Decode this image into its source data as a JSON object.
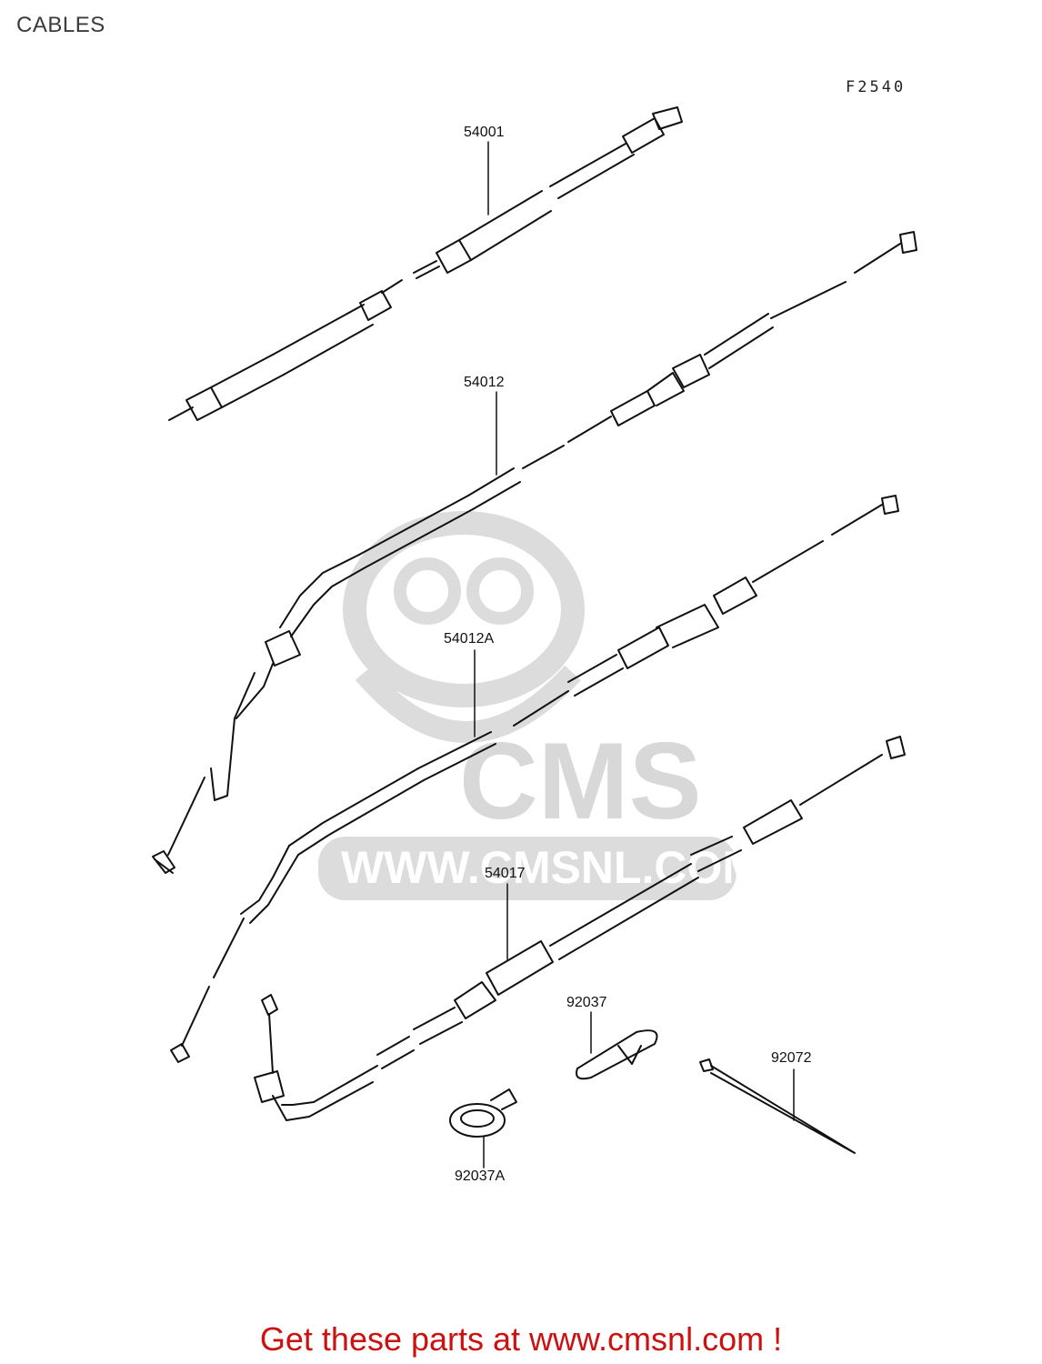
{
  "page": {
    "title": "CABLES",
    "diagram_code": "F2540"
  },
  "watermark": {
    "logo_text": "CMS",
    "url_text": "WWW.CMSNL.COM"
  },
  "parts": [
    {
      "number": "54001"
    },
    {
      "number": "54012"
    },
    {
      "number": "54012A"
    },
    {
      "number": "54017"
    },
    {
      "number": "92037"
    },
    {
      "number": "92072"
    },
    {
      "number": "92037A"
    }
  ],
  "footer": {
    "cta": "Get these parts at www.cmsnl.com !"
  },
  "colors": {
    "footer_text": "#cc1111",
    "watermark": "#d8d8d8",
    "line_art": "#111111"
  }
}
